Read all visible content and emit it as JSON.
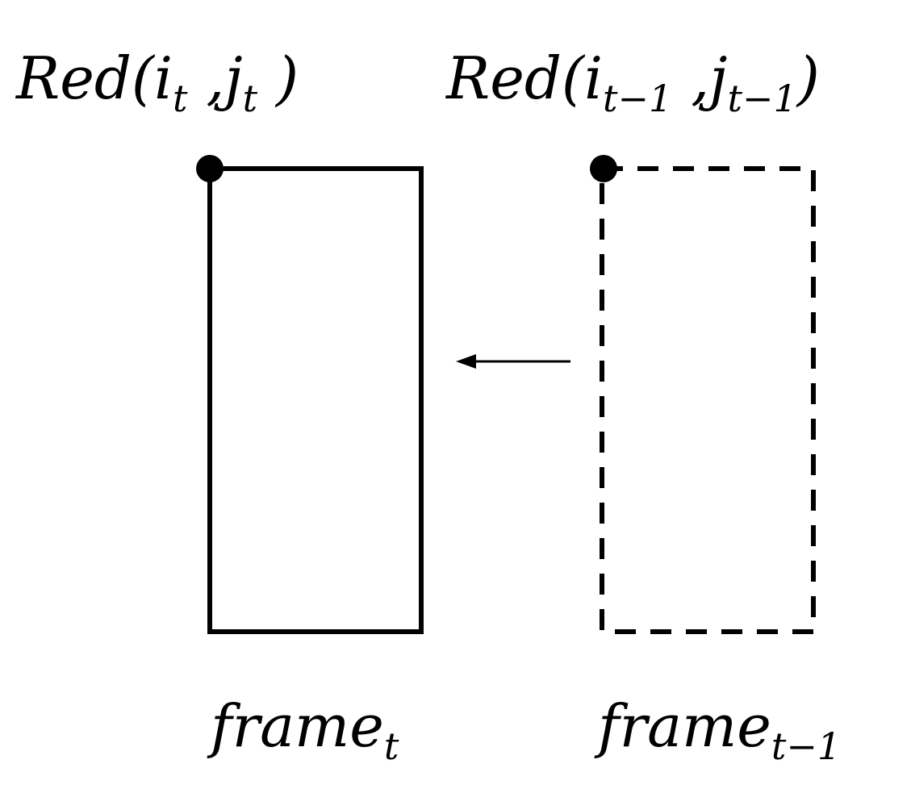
{
  "labels": {
    "current_point": {
      "base": "Red(i",
      "i_sub": "t",
      "comma": " ,",
      "j": "j",
      "j_sub": "t",
      "close": " )"
    },
    "previous_point": {
      "base": "Red(i",
      "i_sub": "t−1",
      "comma": " ,",
      "j": "j",
      "j_sub": "t−1",
      "close": ")"
    },
    "current_frame": {
      "base": "frame",
      "sub": "t"
    },
    "previous_frame": {
      "base": "frame",
      "sub": "t−1"
    }
  },
  "colors": {
    "stroke": "#000000",
    "background": "#ffffff"
  }
}
